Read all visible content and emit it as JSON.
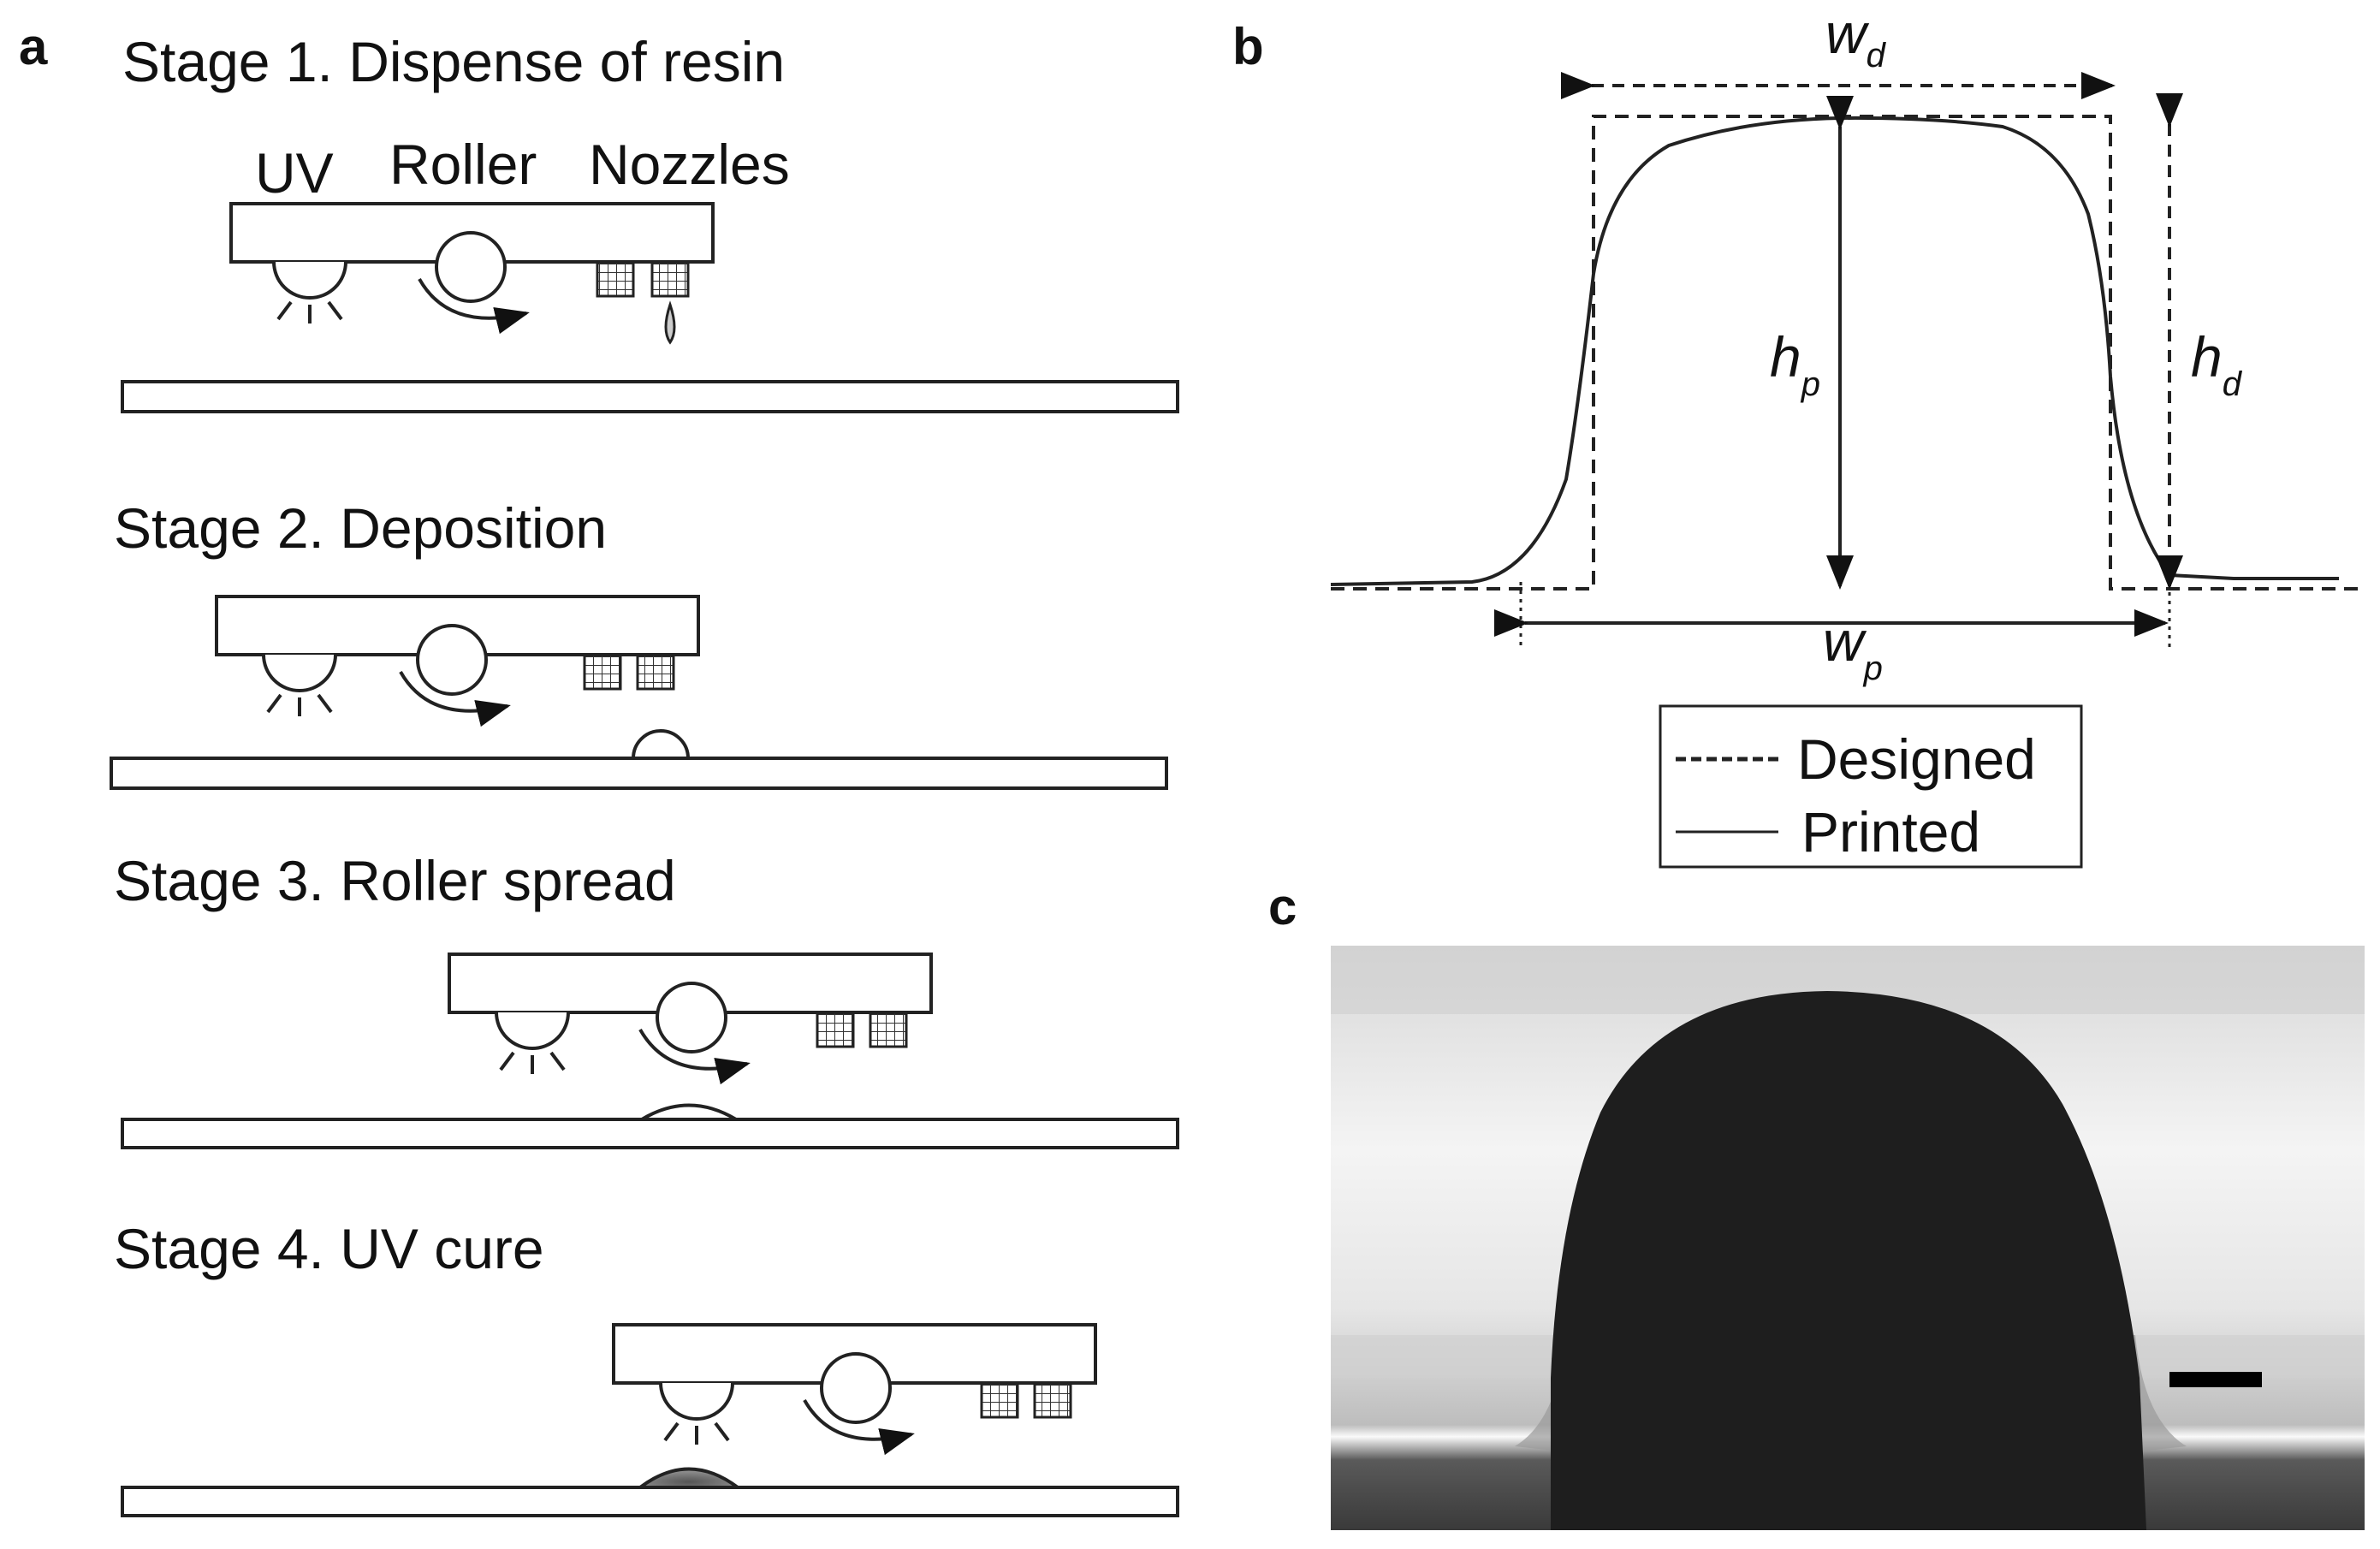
{
  "panels": {
    "a": "a",
    "b": "b",
    "c": "c"
  },
  "stages": [
    {
      "title": "Stage 1. Dispense of resin"
    },
    {
      "title": "Stage 2. Deposition"
    },
    {
      "title": "Stage 3. Roller spread"
    },
    {
      "title": "Stage 4. UV cure"
    }
  ],
  "printhead_labels": {
    "uv": "UV",
    "roller": "Roller",
    "nozzles": "Nozzles"
  },
  "profile": {
    "w_d": {
      "base": "w",
      "sub": "d"
    },
    "w_p": {
      "base": "w",
      "sub": "p"
    },
    "h_p": {
      "base": "h",
      "sub": "p"
    },
    "h_d": {
      "base": "h",
      "sub": "d"
    }
  },
  "legend": {
    "designed": "Designed",
    "printed": "Printed"
  },
  "micrograph": {
    "has_scale_bar": true
  }
}
